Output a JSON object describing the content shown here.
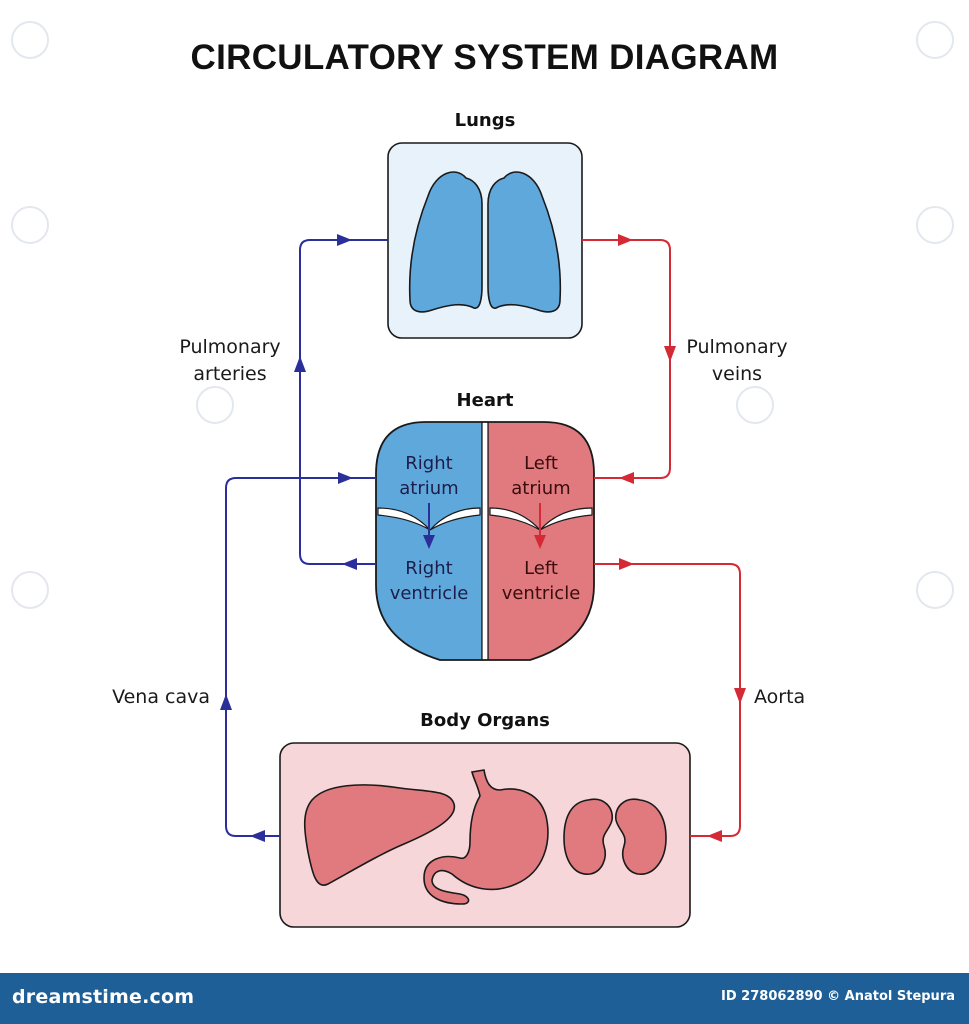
{
  "title": "CIRCULATORY SYSTEM DIAGRAM",
  "labels": {
    "lungs": "Lungs",
    "heart": "Heart",
    "body_organs": "Body Organs",
    "pulmonary_arteries": [
      "Pulmonary",
      "arteries"
    ],
    "pulmonary_veins": [
      "Pulmonary",
      "veins"
    ],
    "vena_cava": "Vena cava",
    "aorta": "Aorta",
    "right_atrium": [
      "Right",
      "atrium"
    ],
    "left_atrium": [
      "Left",
      "atrium"
    ],
    "right_ventricle": [
      "Right",
      "ventricle"
    ],
    "left_ventricle": [
      "Left",
      "ventricle"
    ]
  },
  "footer": {
    "site": "dreamstime.com",
    "credit": "ID 278062890 © Anatol Stepura"
  },
  "colors": {
    "deoxygenated": "#2b2f9a",
    "oxygenated": "#d42a35",
    "lung_fill": "#5fa8dc",
    "lung_box": "#e7f2fb",
    "heart_right": "#5fa8dc",
    "heart_left": "#e07a7f",
    "organ_fill": "#e07a7f",
    "organ_box": "#f6d6d8",
    "footer_bg": "#1f5f97"
  }
}
